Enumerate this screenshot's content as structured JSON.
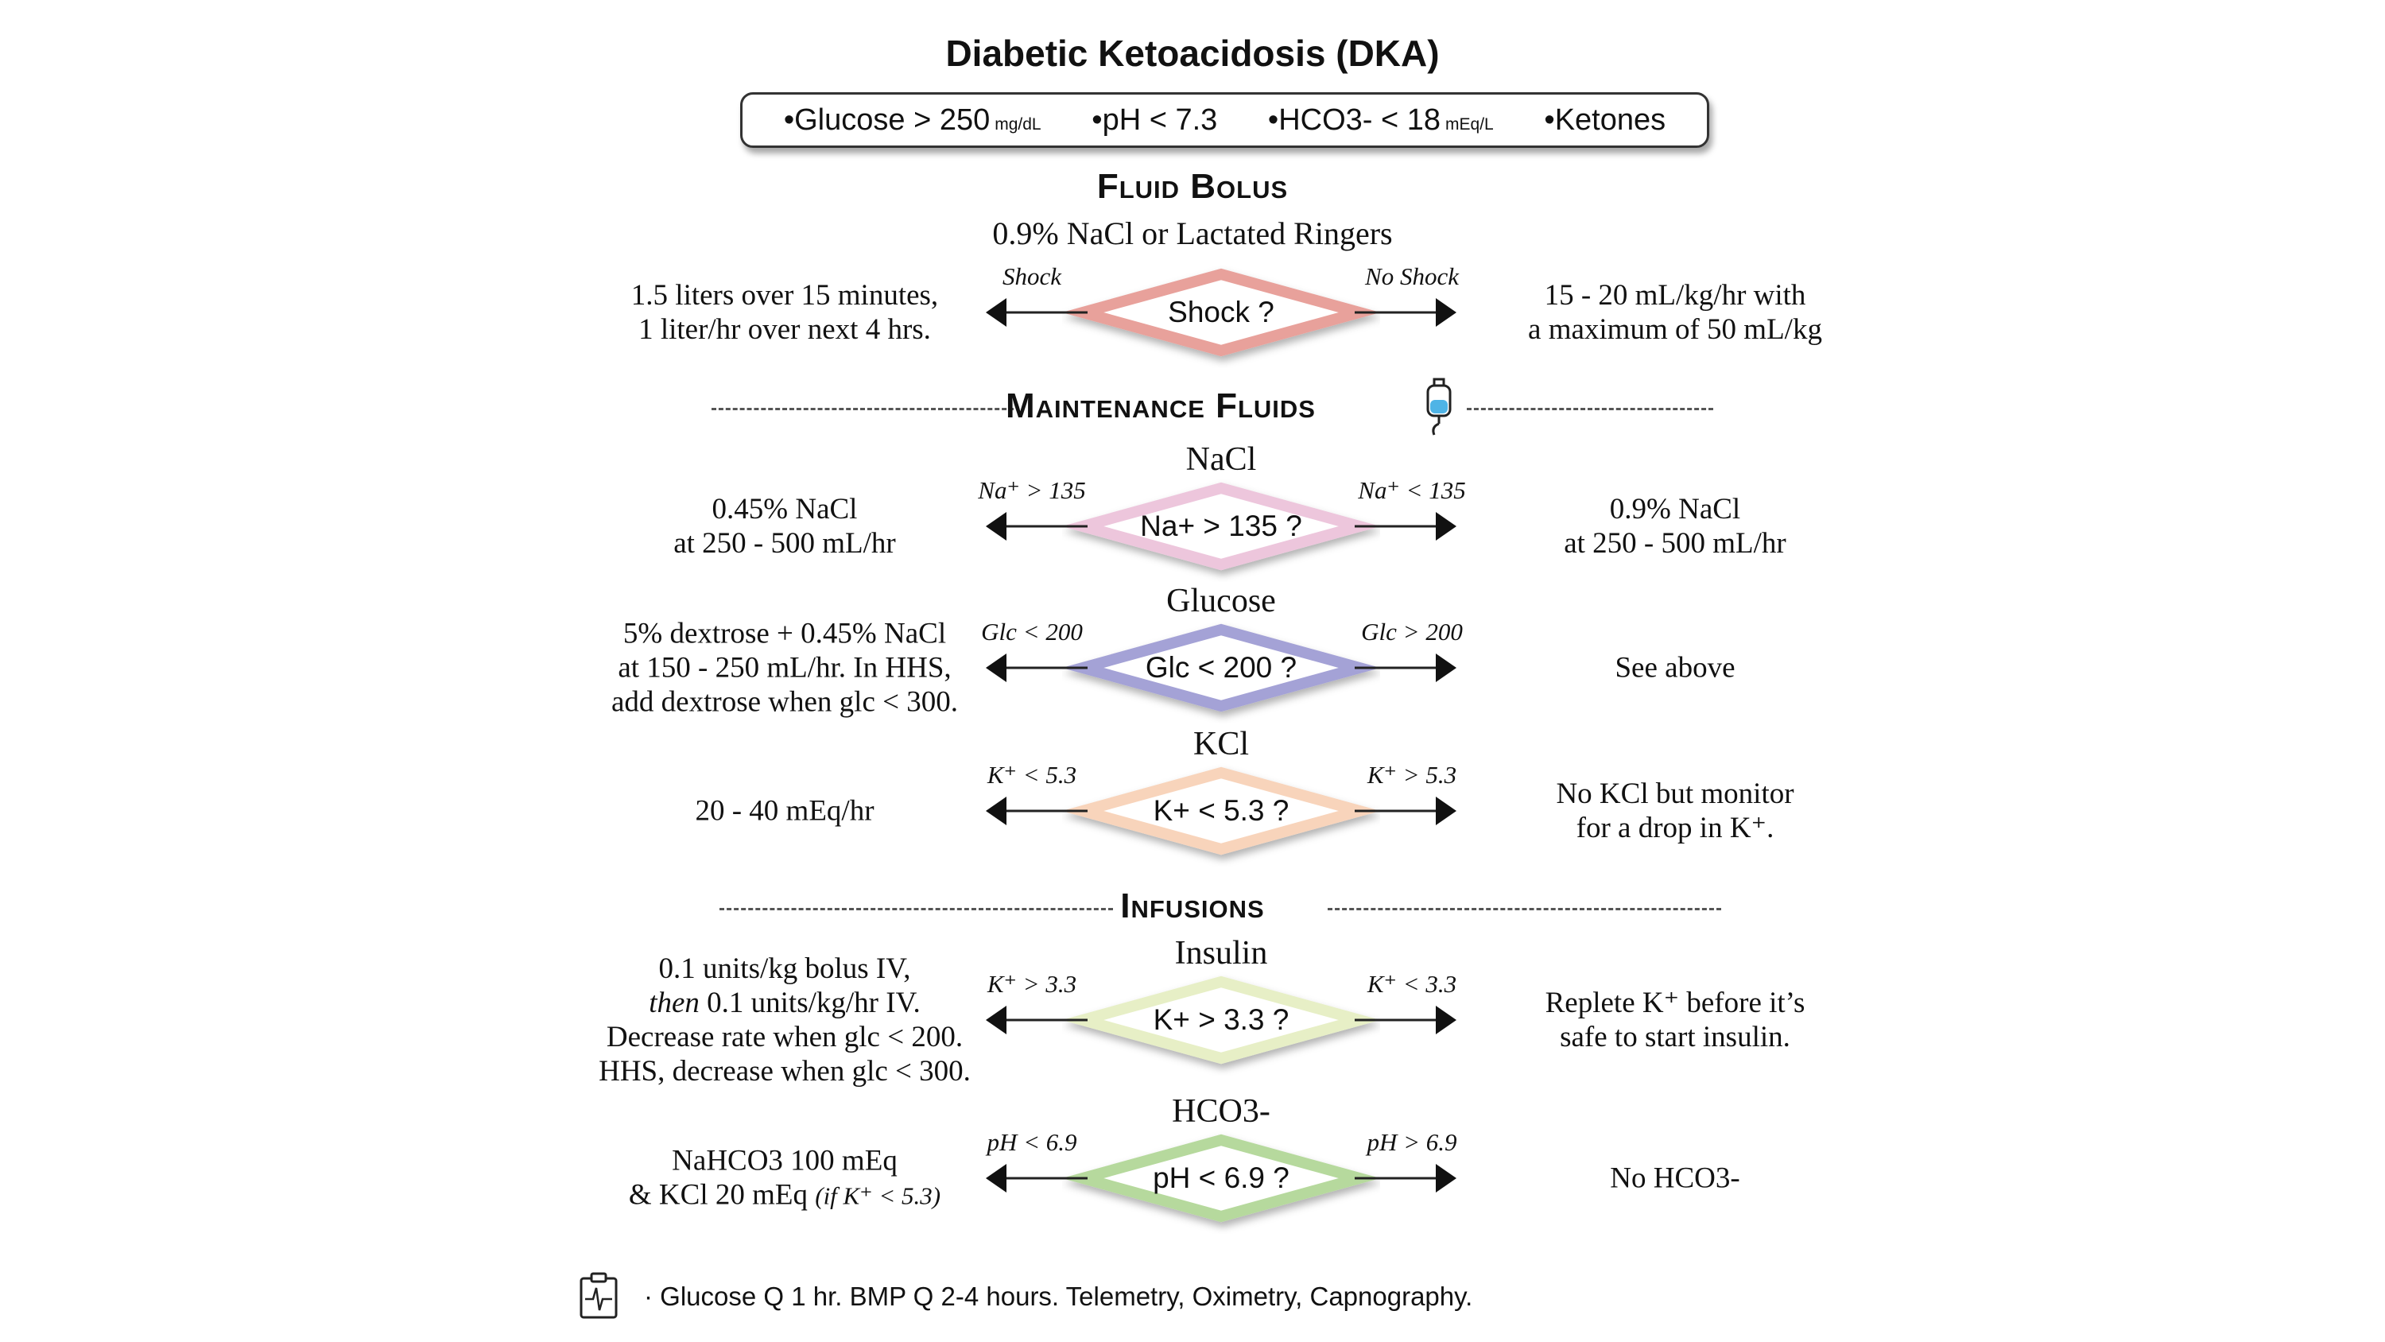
{
  "title": "Diabetic Ketoacidosis (DKA)",
  "criteria": [
    {
      "text": "Glucose > 250",
      "unit": "mg/dL"
    },
    {
      "text": "pH < 7.3",
      "unit": ""
    },
    {
      "text": "HCO3- < 18",
      "unit": "mEq/L"
    },
    {
      "text": "Ketones",
      "unit": ""
    }
  ],
  "bullet": "•",
  "fluid_bolus": {
    "heading": "Fluid Bolus",
    "subtitle": "0.9% NaCl or Lactated Ringers",
    "question": "Shock ?",
    "left_branch": "Shock",
    "right_branch": "No Shock",
    "left_text": "1.5 liters over 15 minutes,\n1 liter/hr over next 4 hrs.",
    "right_text": "15 - 20 mL/kg/hr with\na maximum of 50 mL/kg",
    "color": "#e8a19b"
  },
  "maintenance": {
    "heading": "Maintenance Fluids",
    "icon": "iv-bag-icon",
    "rows": [
      {
        "label": "NaCl",
        "question": "Na+ > 135 ?",
        "left_branch": "Na⁺ > 135",
        "right_branch": "Na⁺ < 135",
        "left_text": "0.45% NaCl\nat 250 - 500 mL/hr",
        "right_text": "0.9% NaCl\nat 250 - 500 mL/hr",
        "color": "#edc6dc"
      },
      {
        "label": "Glucose",
        "question": "Glc < 200 ?",
        "left_branch": "Glc < 200",
        "right_branch": "Glc > 200",
        "left_text": "5% dextrose + 0.45% NaCl\nat 150 - 250 mL/hr.  In HHS,\nadd dextrose when glc < 300.",
        "right_text": "See above",
        "color": "#a4a2d6"
      },
      {
        "label": "KCl",
        "question": "K+ < 5.3 ?",
        "left_branch": "K⁺ < 5.3",
        "right_branch": "K⁺ > 5.3",
        "left_text": "20 - 40 mEq/hr",
        "right_text": "No KCl but monitor\nfor a drop in K⁺.",
        "color": "#f8d4bb"
      }
    ]
  },
  "infusions": {
    "heading": "Infusions",
    "rows": [
      {
        "label": "Insulin",
        "question": "K+ > 3.3 ?",
        "left_branch": "K⁺ > 3.3",
        "right_branch": "K⁺ < 3.3",
        "left_line1": "0.1 units/kg bolus IV,",
        "left_then": "then",
        "left_line2": " 0.1 units/kg/hr IV.",
        "left_line3": "Decrease rate when glc < 200.",
        "left_line4": "HHS, decrease when glc < 300.",
        "right_text": "Replete K⁺ before it’s\nsafe to start insulin.",
        "color": "#e7efc6"
      },
      {
        "label": "HCO3-",
        "question": "pH < 6.9 ?",
        "left_branch": "pH < 6.9",
        "right_branch": "pH > 6.9",
        "left_line1": "NaHCO3 100 mEq",
        "left_line2": "& KCl 20 mEq ",
        "left_italic": "(if K⁺ < 5.3)",
        "right_text": "No HCO3-",
        "color": "#b6d99d"
      }
    ]
  },
  "footer": {
    "icon": "clipboard-monitor-icon",
    "text": "·  Glucose Q 1 hr.  BMP Q 2-4 hours.  Telemetry, Oximetry, Capnography."
  }
}
